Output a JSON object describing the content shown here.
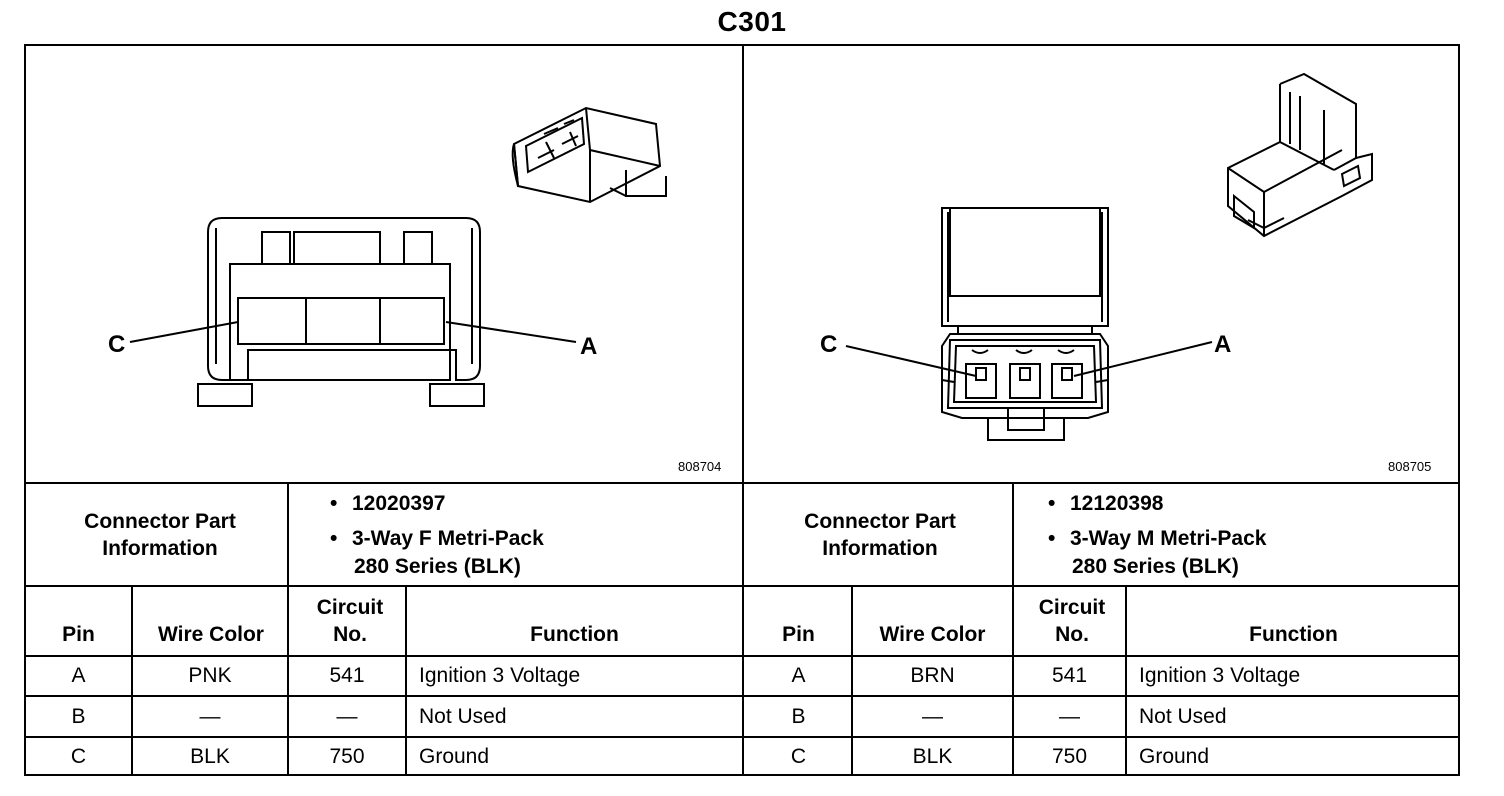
{
  "title": "C301",
  "left": {
    "figure_id": "808704",
    "label_c": "C",
    "label_a": "A",
    "connector_info_label": "Connector Part Information",
    "part_lines": [
      "12020397",
      "3-Way F Metri-Pack",
      "280 Series (BLK)"
    ],
    "headers": {
      "pin": "Pin",
      "wire": "Wire Color",
      "circuit": "Circuit No.",
      "function": "Function"
    },
    "rows": [
      {
        "pin": "A",
        "wire": "PNK",
        "circuit": "541",
        "function": "Ignition 3 Voltage"
      },
      {
        "pin": "B",
        "wire": "—",
        "circuit": "—",
        "function": "Not Used"
      },
      {
        "pin": "C",
        "wire": "BLK",
        "circuit": "750",
        "function": "Ground"
      }
    ]
  },
  "right": {
    "figure_id": "808705",
    "label_c": "C",
    "label_a": "A",
    "connector_info_label": "Connector Part Information",
    "part_lines": [
      "12120398",
      "3-Way M Metri-Pack",
      "280 Series (BLK)"
    ],
    "headers": {
      "pin": "Pin",
      "wire": "Wire Color",
      "circuit": "Circuit No.",
      "function": "Function"
    },
    "rows": [
      {
        "pin": "A",
        "wire": "BRN",
        "circuit": "541",
        "function": "Ignition 3 Voltage"
      },
      {
        "pin": "B",
        "wire": "—",
        "circuit": "—",
        "function": "Not Used"
      },
      {
        "pin": "C",
        "wire": "BLK",
        "circuit": "750",
        "function": "Ground"
      }
    ]
  }
}
